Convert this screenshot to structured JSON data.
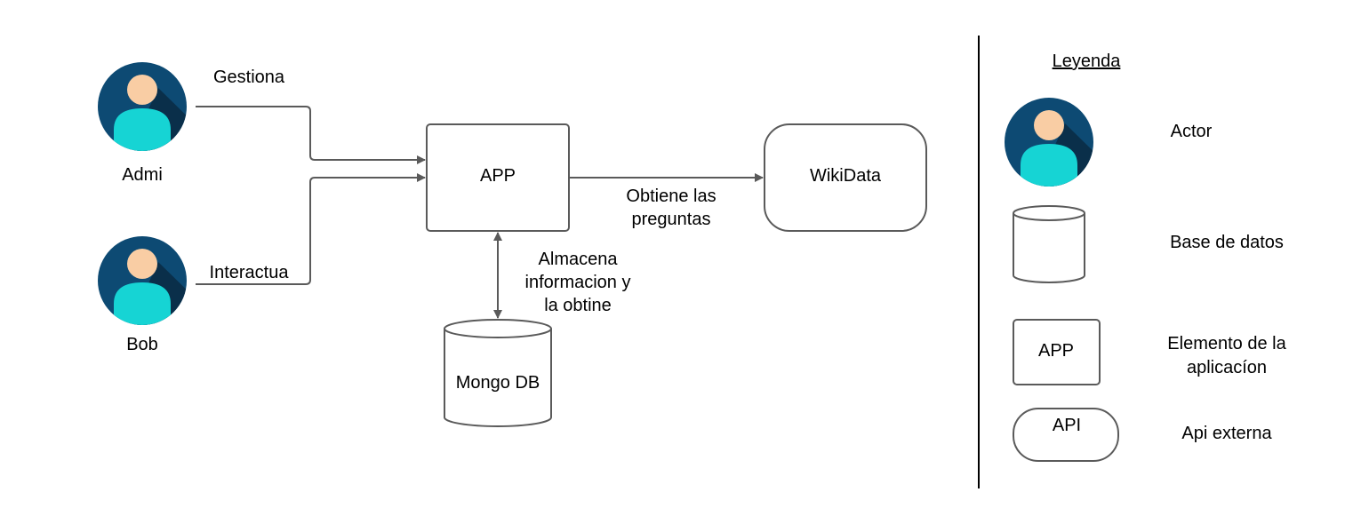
{
  "actors": {
    "admin": {
      "name": "Admi"
    },
    "user": {
      "name": "Bob"
    }
  },
  "nodes": {
    "app": {
      "label": "APP"
    },
    "wikidata": {
      "label": "WikiData"
    },
    "mongodb": {
      "label": "Mongo DB"
    }
  },
  "edges": {
    "admin_app": {
      "label": "Gestiona"
    },
    "user_app": {
      "label": "Interactua"
    },
    "app_wikidata": {
      "label_line1": "Obtiene las",
      "label_line2": "preguntas"
    },
    "app_mongodb": {
      "label_line1": "Almacena",
      "label_line2": "informacion y",
      "label_line3": "la obtine"
    }
  },
  "legend": {
    "title": "Leyenda",
    "actor": "Actor",
    "database": "Base de datos",
    "app_element_box": "APP",
    "app_element_line1": "Elemento de la",
    "app_element_line2": "aplicacíon",
    "api_box": "API",
    "api_label": "Api externa"
  },
  "colors": {
    "actor_circle": "#0d4a73",
    "actor_shadow": "#0a2f4a",
    "actor_face": "#f9cda4",
    "actor_body": "#16d4d4",
    "stroke": "#5a5a5a"
  }
}
